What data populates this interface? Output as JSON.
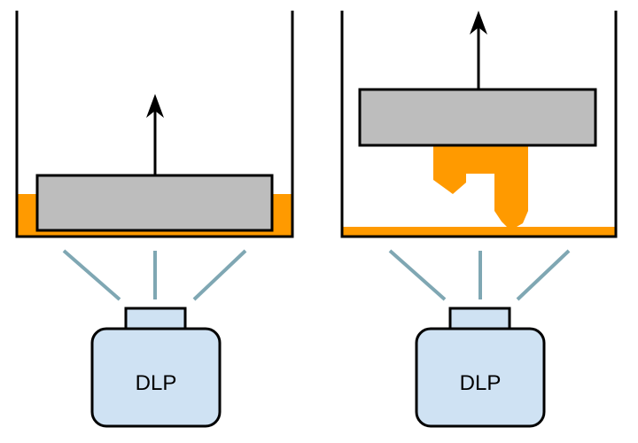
{
  "colors": {
    "wall": "#000000",
    "resin": "#ff9a00",
    "platform": "#bdbdbd",
    "light_ray": "#7fa7b3",
    "projector_fill": "#cfe2f3",
    "arrow": "#000000"
  },
  "panels": [
    {
      "name": "stage-start",
      "projector_label": "DLP"
    },
    {
      "name": "stage-printing",
      "projector_label": "DLP"
    }
  ]
}
